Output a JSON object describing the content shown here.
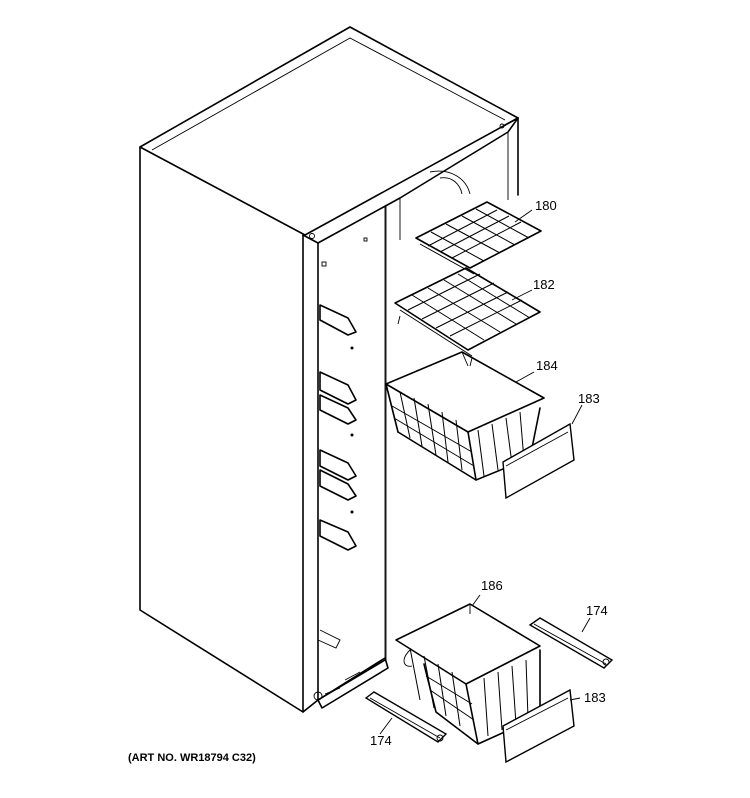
{
  "callouts": {
    "shelf_upper": "180",
    "shelf_lower": "182",
    "basket_upper": "184",
    "basket_front_upper": "183",
    "basket_lower": "186",
    "slide_right": "174",
    "basket_front_lower": "183",
    "slide_left": "174"
  },
  "art_number": "(ART NO. WR18794 C32)"
}
